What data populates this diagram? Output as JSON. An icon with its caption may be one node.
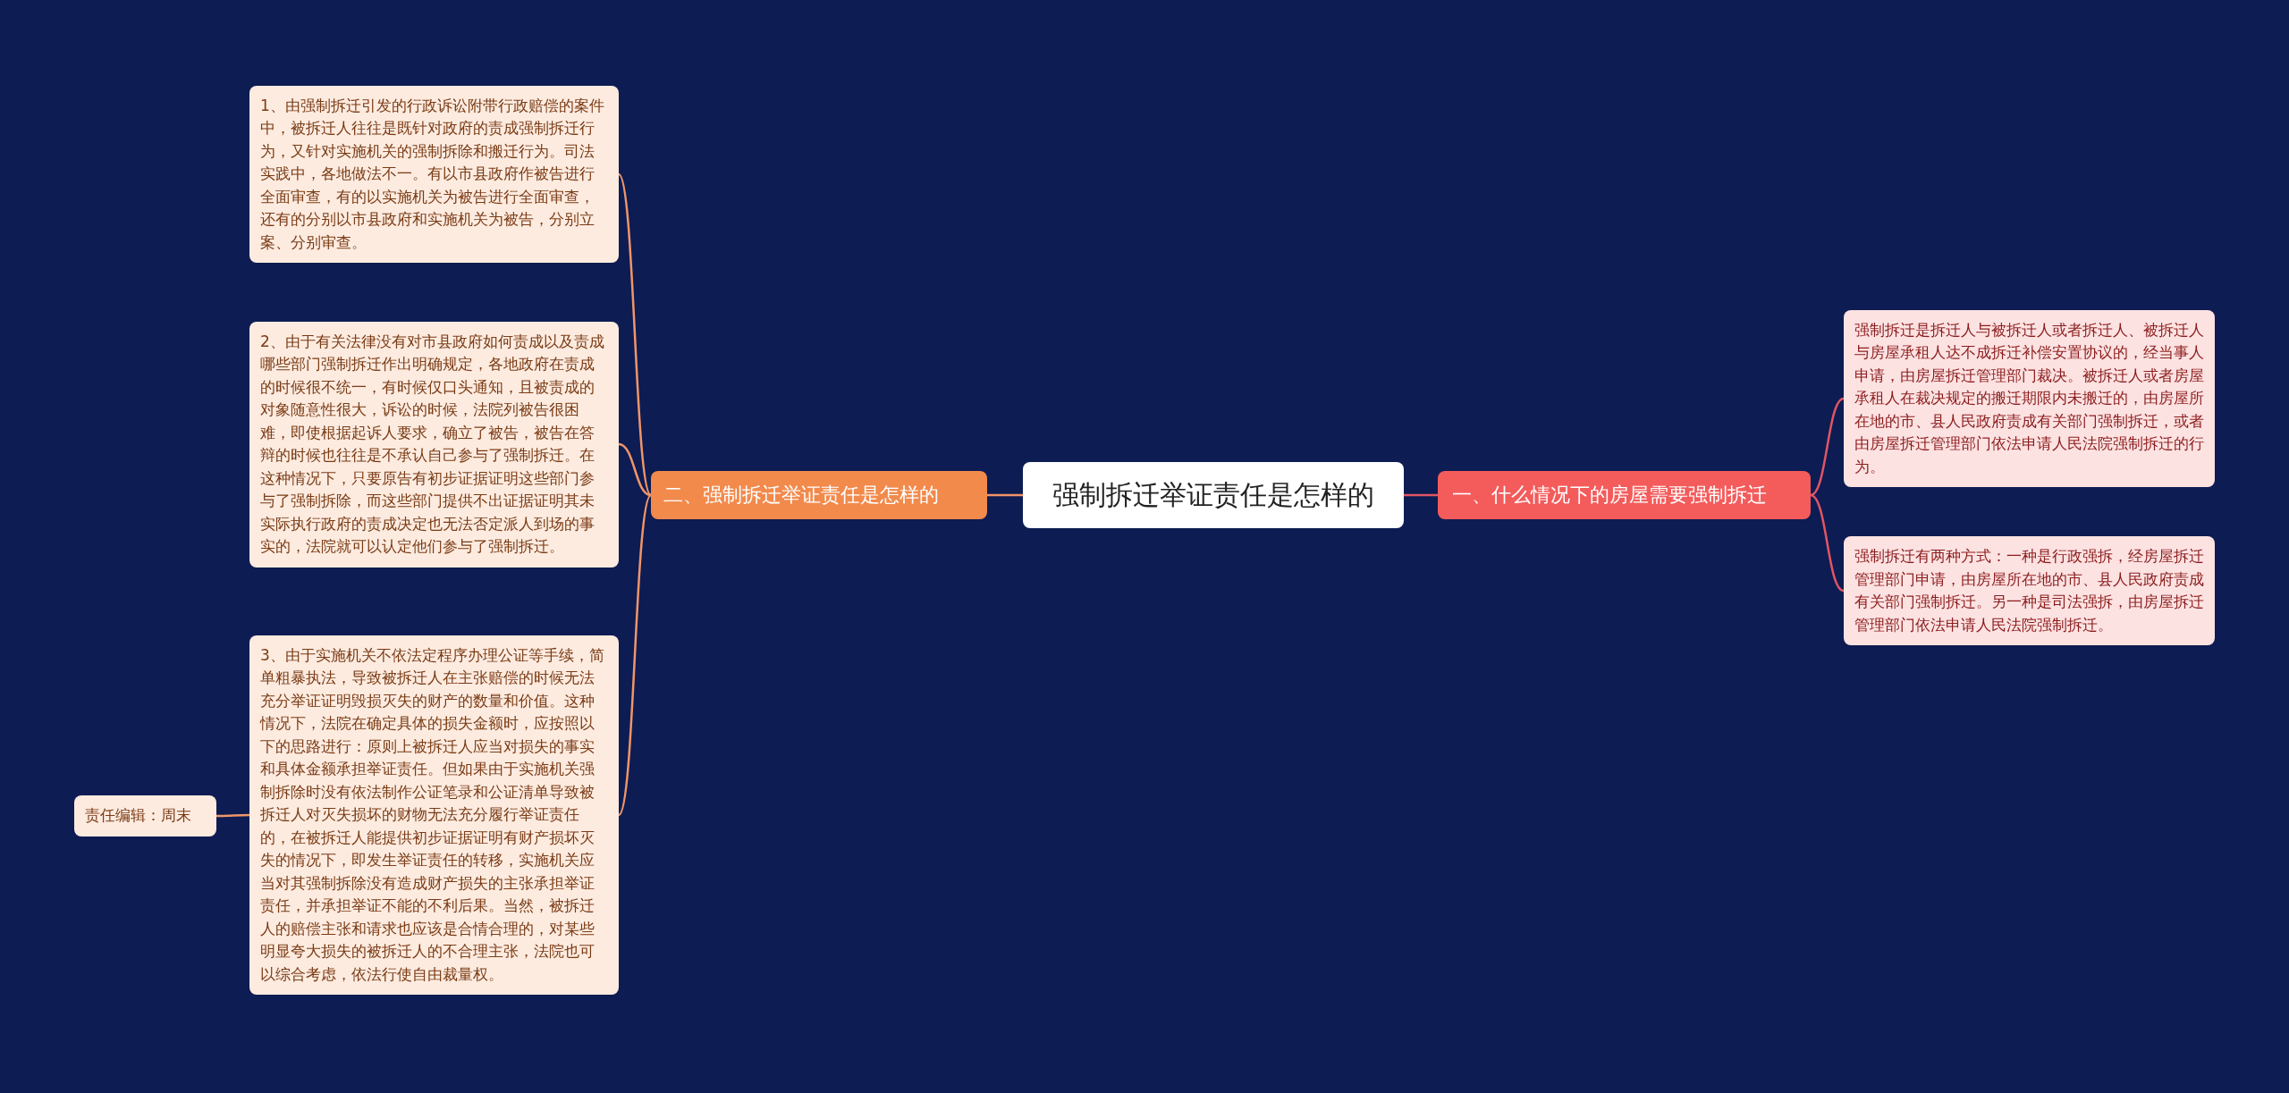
{
  "diagram": {
    "nodes": [
      {
        "text": [
          "强制拆迁举证责任是怎样的"
        ]
      },
      {
        "text": [
          "一、什么情况下的房屋需要强制拆迁"
        ]
      },
      {
        "text": [
          "强制拆迁是拆迁人与被拆迁人或者拆迁人、被拆迁人与房屋承租人达不成拆迁补偿安置协议的，经当事人申请，由房屋拆迁管理部门裁决。被拆迁人或者房屋承租人在裁决规定的搬迁期限内未搬迁的，由房屋所在地的市、县人民政府责成有关部门强制拆迁，或者由房屋拆迁管理部门依法申请人民法院强制拆迁的行为。"
        ]
      },
      {
        "text": [
          "强制拆迁有两种方式：一种是行政强拆，经房屋拆迁管理部门申请，由房屋所在地的市、县人民政府责成有关部门强制拆迁。另一种是司法强拆，由房屋拆迁管理部门依法申请人民法院强制拆迁。"
        ]
      },
      {
        "text": [
          "二、强制拆迁举证责任是怎样的"
        ]
      },
      {
        "text": [
          "1、由强制拆迁引发的行政诉讼附带行政赔偿的案件中，被拆迁人往往是既针对政府的责成强制拆迁行为，又针对实施机关的强制拆除和搬迁行为。司法实践中，各地做法不一。有以市县政府作被告进行全面审查，有的以实施机关为被告进行全面审查，还有的分别以市县政府和实施机关为被告，分别立案、分别审查。"
        ]
      },
      {
        "text": [
          "2、由于有关法律没有对市县政府如何责成以及责成哪些部门强制拆迁作出明确规定，各地政府在责成的时候很不统一，有时候仅口头通知，且被责成的对象随意性很大，诉讼的时候，法院列被告很困难，即使根据起诉人要求，确立了被告，被告在答辩的时候也往往是不承认自己参与了强制拆迁。在这种情况下，只要原告有初步证据证明这些部门参与了强制拆除，而这些部门提供不出证据证明其未实际执行政府的责成决定也无法否定派人到场的事实的，法院就可以认定他们参与了强制拆迁。"
        ]
      },
      {
        "text": [
          "3、由于实施机关不依法定程序办理公证等手续，简单粗暴执法，导致被拆迁人在主张赔偿的时候无法充分举证证明毁损灭失的财产的数量和价值。这种情况下，法院在确定具体的损失金额时，应按照以下的思路进行：原则上被拆迁人应当对损失的事实和具体金额承担举证责任。但如果由于实施机关强制拆除时没有依法制作公证笔录和公证清单导致被拆迁人对灭失损坏的财物无法充分履行举证责任的，在被拆迁人能提供初步证据证明有财产损坏灭失的情况下，即发生举证责任的转移，实施机关应当对其强制拆除没有造成财产损失的主张承担举证责任，并承担举证不能的不利后果。当然，被拆迁人的赔偿主张和请求也应该是合情合理的，对某些明显夸大损失的被拆迁人的不合理主张，法院也可以综合考虑，依法行使自由裁量权。"
        ]
      },
      {
        "text": [
          "责任编辑：周末"
        ]
      }
    ],
    "edges": [
      {
        "from": 0,
        "to": 1,
        "arrow": "none"
      },
      {
        "from": 1,
        "to": 2,
        "arrow": "none"
      },
      {
        "from": 1,
        "to": 3,
        "arrow": "none"
      },
      {
        "from": 0,
        "to": 4,
        "arrow": "none",
        "color": "#f0956a"
      },
      {
        "from": 4,
        "to": 5,
        "arrow": "none",
        "color": "#f0956a"
      },
      {
        "from": 4,
        "to": 6,
        "arrow": "none",
        "color": "#f0956a"
      },
      {
        "from": 4,
        "to": 7,
        "arrow": "none",
        "color": "#f0956a"
      },
      {
        "from": 7,
        "to": 8,
        "arrow": "none",
        "color": "#f0956a"
      }
    ]
  }
}
